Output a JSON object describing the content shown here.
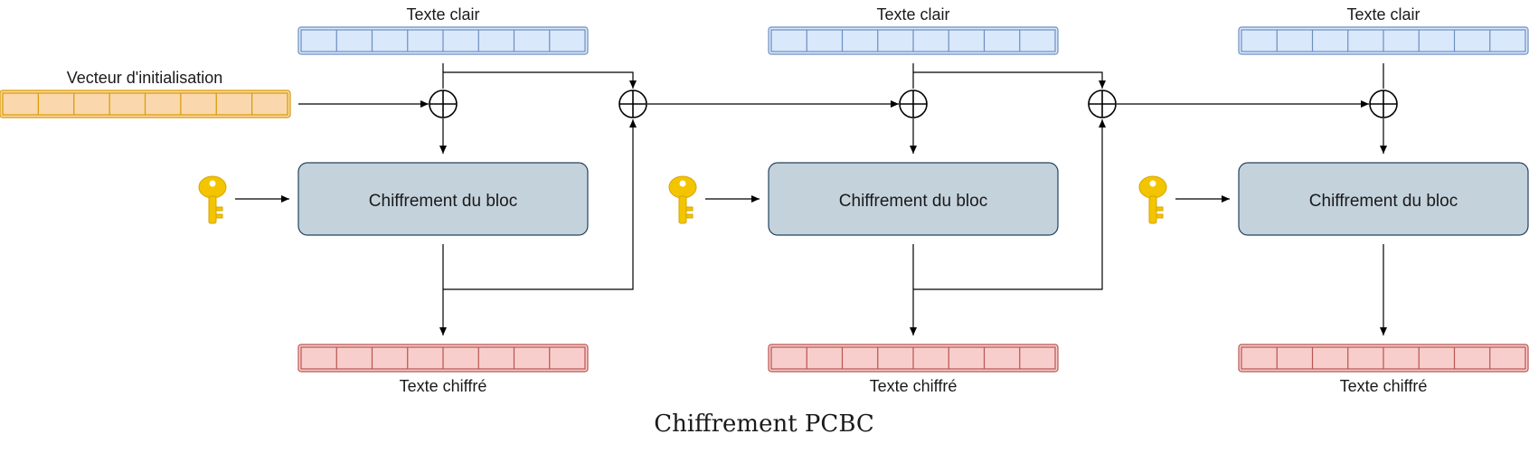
{
  "diagram": {
    "title": "Chiffrement PCBC",
    "iv_label": "Vecteur d'initialisation",
    "stages": [
      {
        "plaintext_label": "Texte clair",
        "block_label": "Chiffrement du bloc",
        "ciphertext_label": "Texte chiffré"
      },
      {
        "plaintext_label": "Texte clair",
        "block_label": "Chiffrement du bloc",
        "ciphertext_label": "Texte chiffré"
      },
      {
        "plaintext_label": "Texte clair",
        "block_label": "Chiffrement du bloc",
        "ciphertext_label": "Texte chiffré"
      }
    ],
    "register_cells": 8,
    "icons": {
      "key": "key-icon",
      "xor": "xor-icon"
    },
    "colors": {
      "plaintext_fill": "#dae8fc",
      "plaintext_stroke": "#6c8ebf",
      "iv_fill": "#fad7ac",
      "iv_stroke": "#d79b00",
      "ciphertext_fill": "#f8cecc",
      "ciphertext_stroke": "#b85450",
      "block_fill": "#c4d2dc",
      "block_stroke": "#23445d",
      "key_color": "#f2c500"
    }
  }
}
